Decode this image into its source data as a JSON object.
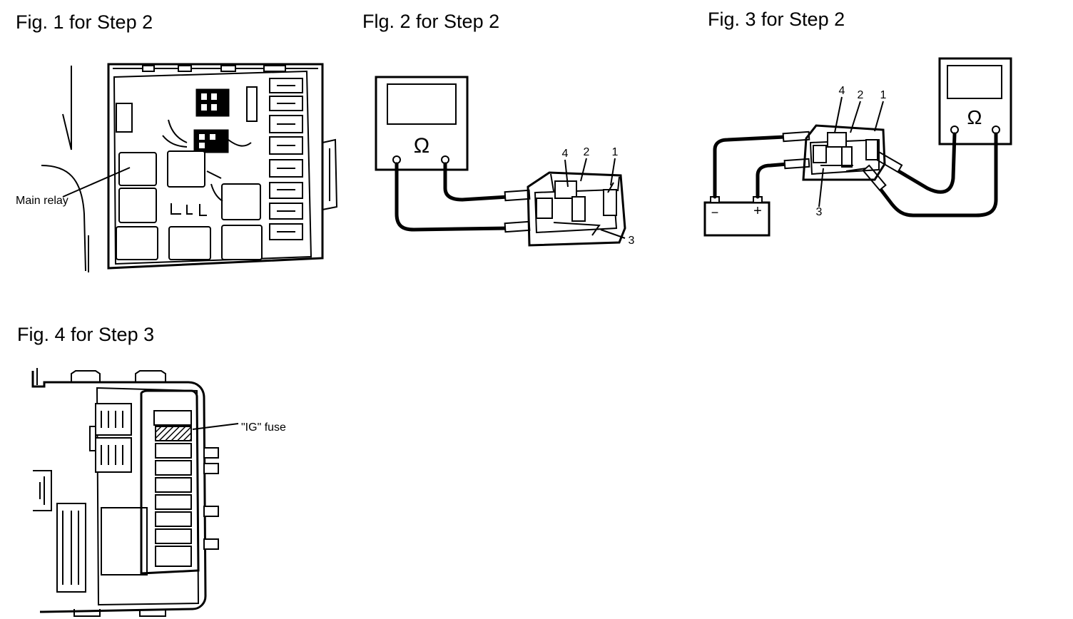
{
  "figures": {
    "fig1": {
      "title": "Fig. 1 for Step 2",
      "callout": "Main relay"
    },
    "fig2": {
      "title": "Flg. 2 for Step 2",
      "meter_symbol": "Ω",
      "terminals": [
        "4",
        "2",
        "1",
        "3"
      ]
    },
    "fig3": {
      "title": "Fig. 3 for Step 2",
      "meter_symbol": "Ω",
      "terminals": [
        "4",
        "2",
        "1",
        "3"
      ],
      "battery_minus": "−",
      "battery_plus": "+"
    },
    "fig4": {
      "title": "Fig. 4 for Step 3",
      "callout": "\"IG\" fuse"
    }
  }
}
